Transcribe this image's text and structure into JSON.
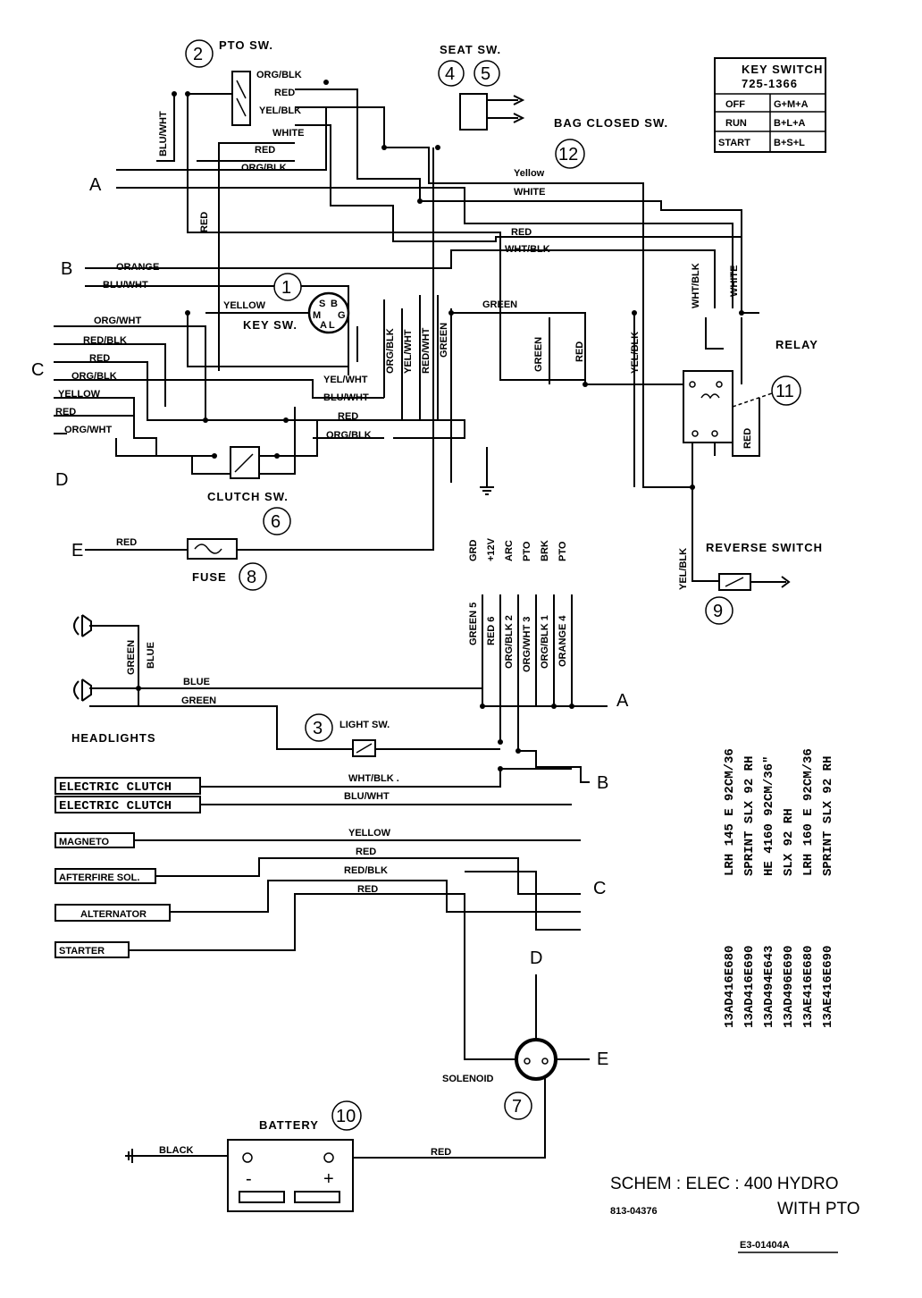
{
  "components": {
    "pto_switch": {
      "num": "2",
      "label": "PTO SW."
    },
    "seat_switch": {
      "num_a": "4",
      "num_b": "5",
      "label": "SEAT SW."
    },
    "bag_closed_switch": {
      "num": "12",
      "label": "BAG CLOSED SW."
    },
    "key_switch": {
      "num": "1",
      "label": "KEY SW.",
      "terminals": [
        "S",
        "B",
        "M",
        "L",
        "A",
        "G"
      ]
    },
    "relay": {
      "num": "11",
      "label": "RELAY"
    },
    "clutch_switch": {
      "num": "6",
      "label": "CLUTCH SW."
    },
    "fuse": {
      "num": "8",
      "label": "FUSE"
    },
    "reverse_switch": {
      "num": "9",
      "label": "REVERSE SWITCH"
    },
    "light_switch": {
      "num": "3",
      "label": "LIGHT SW."
    },
    "headlights": {
      "label": "HEADLIGHTS"
    },
    "solenoid": {
      "num": "7",
      "label": "SOLENOID"
    },
    "battery": {
      "num": "10",
      "label": "BATTERY",
      "minus": "-",
      "plus": "+"
    }
  },
  "key_switch_table": {
    "title": "KEY SWITCH",
    "part": "725-1366",
    "rows": [
      {
        "pos": "OFF",
        "conn": "G+M+A"
      },
      {
        "pos": "RUN",
        "conn": "B+L+A"
      },
      {
        "pos": "START",
        "conn": "B+S+L"
      }
    ]
  },
  "connectors": {
    "A": "A",
    "B": "B",
    "C": "C",
    "D": "D",
    "E": "E"
  },
  "wire_labels": {
    "org_blk": "ORG/BLK",
    "red": "RED",
    "yel_blk": "YEL/BLK",
    "white": "WHITE",
    "blu_wht": "BLU/WHT",
    "orange": "ORANGE",
    "yellow": "YELLOW",
    "yellow_lc": "Yellow",
    "org_wht": "ORG/WHT",
    "red_blk": "RED/BLK",
    "green": "GREEN",
    "yel_wht": "YEL/WHT",
    "red_wht": "RED/WHT",
    "wht_blk": "WHT/BLK",
    "blue": "BLUE",
    "black": "BLACK",
    "blue_v": "BLUE",
    "green_v": "GREEN",
    "wht_blk_dot": "WHT/BLK .",
    "red_dot": "RED ."
  },
  "harness_plug": {
    "pins": [
      "GRD",
      "+12V",
      "ARC",
      "PTO",
      "BRK",
      "PTO"
    ],
    "wires": [
      "GREEN 5",
      "RED 6",
      "ORG/BLK 2",
      "ORG/WHT 3",
      "ORG/BLK 1",
      "ORANGE 4"
    ]
  },
  "engine_parts": [
    "ELECTRIC CLUTCH",
    "ELECTRIC CLUTCH",
    "MAGNETO",
    "AFTERFIRE SOL.",
    "ALTERNATOR",
    "STARTER"
  ],
  "models": [
    {
      "code": "13AD416E680",
      "name": "LRH 145 E 92CM/36"
    },
    {
      "code": "13AD416E690",
      "name": "SPRINT SLX 92 RH"
    },
    {
      "code": "13AD494E643",
      "name": "HE 4160 92CM/36\""
    },
    {
      "code": "13AD496E690",
      "name": "SLX 92 RH"
    },
    {
      "code": "13AE416E680",
      "name": "LRH 160 E 92CM/36"
    },
    {
      "code": "13AE416E690",
      "name": "SPRINT SLX 92 RH"
    }
  ],
  "title_block": {
    "title": "SCHEM : ELEC : 400 HYDRO",
    "part_number": "813-04376",
    "subtitle": "WITH PTO",
    "drawing_number": "E3-01404A"
  }
}
